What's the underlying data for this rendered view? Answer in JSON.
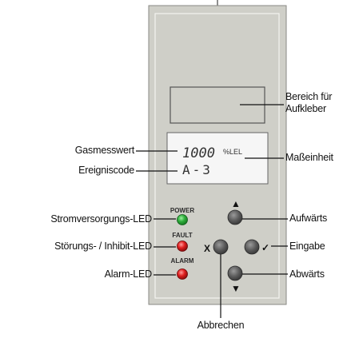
{
  "device": {
    "panel_color": "#cfcfc8",
    "lcd": {
      "reading": "1000",
      "unit": "%LEL",
      "event_code": "A-3"
    },
    "leds": [
      {
        "id": "power",
        "text": "POWER",
        "color": "#2fae3c"
      },
      {
        "id": "fault",
        "text": "FAULT",
        "color": "#e02020"
      },
      {
        "id": "alarm",
        "text": "ALARM",
        "color": "#e02020"
      }
    ],
    "button_symbols": {
      "cancel": "X",
      "enter": "✓",
      "up": "▲",
      "down": "▼"
    }
  },
  "callouts": {
    "sticker_area": [
      "Bereich für",
      "Aufkleber"
    ],
    "gas_reading": "Gasmesswert",
    "event_code": "Ereigniscode",
    "unit": "Maßeinheit",
    "power_led": "Stromversorgungs-LED",
    "fault_led": "Störungs- / Inhibit-LED",
    "alarm_led": "Alarm-LED",
    "up": "Aufwärts",
    "enter": "Eingabe",
    "down": "Abwärts",
    "cancel": "Abbrechen"
  }
}
